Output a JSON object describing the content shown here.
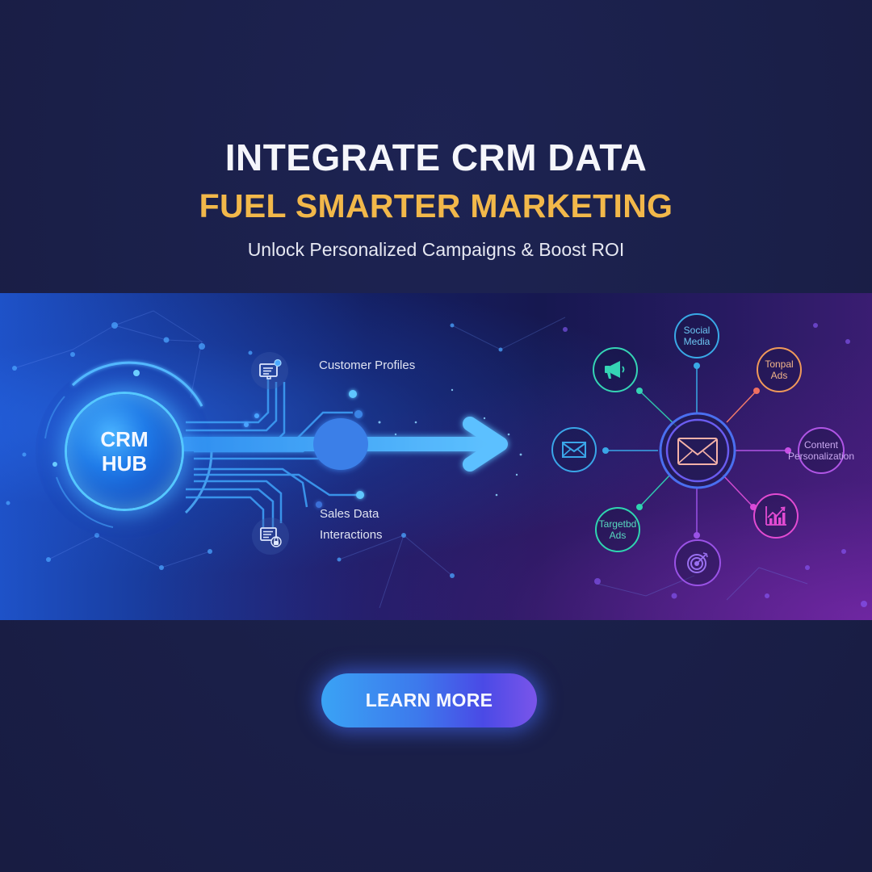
{
  "hero": {
    "title_line1": "INTEGRATE CRM DATA",
    "title_line2": "FUEL SMARTER MARKETING",
    "subtitle": "Unlock Personalized Campaigns & Boost ROI"
  },
  "diagram": {
    "hub_label_line1": "CRM",
    "hub_label_line2": "HUB",
    "inputs": [
      {
        "label": "Customer Profiles",
        "icon": "profile-card-icon"
      },
      {
        "label_line1": "Sales Data",
        "label_line2": "Interactions",
        "icon": "sales-data-lock-icon"
      }
    ],
    "center_icon": "envelope-icon",
    "channels": [
      {
        "label_line1": "Social",
        "label_line2": "Media",
        "color": "#39a9e6"
      },
      {
        "label_line1": "Tonpal",
        "label_line2": "Ads",
        "color": "#f0995a"
      },
      {
        "label_line1": "Content",
        "label_line2": "Personalization",
        "color": "#b055e6"
      },
      {
        "icon": "growth-chart-icon",
        "color": "#e24bd2"
      },
      {
        "icon": "target-icon",
        "color": "#9a52e6"
      },
      {
        "label_line1": "Targetbd",
        "label_line2": "Ads",
        "color": "#2fd4b0"
      },
      {
        "icon": "envelope-icon",
        "color": "#3aa6e8"
      },
      {
        "icon": "megaphone-icon",
        "color": "#35d4b4"
      }
    ]
  },
  "cta": {
    "label": "LEARN MORE"
  },
  "colors": {
    "background": "#1a1f48",
    "accent_gold": "#f2b84a",
    "accent_blue": "#3d79ec",
    "accent_purple": "#7a55ea"
  }
}
